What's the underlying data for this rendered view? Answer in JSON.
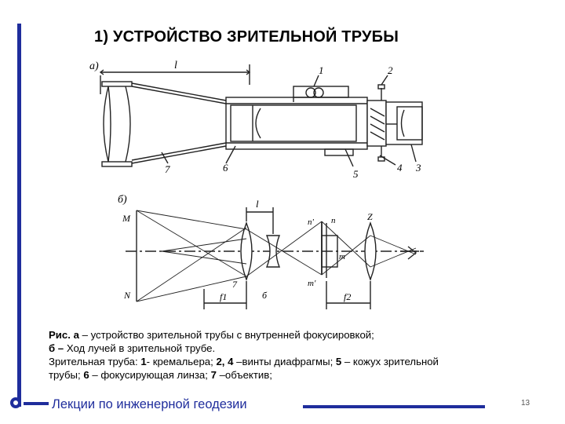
{
  "slide": {
    "title": "1) УСТРОЙСТВО ЗРИТЕЛЬНОЙ ТРУБЫ",
    "page_number": "13",
    "footer": "Лекции по инженерной геодезии",
    "accent_color": "#1f2d9c"
  },
  "figure_a": {
    "label": "а)",
    "dimension_label": "l",
    "part_labels": [
      "1",
      "2",
      "3",
      "4",
      "5",
      "6",
      "7"
    ]
  },
  "figure_b": {
    "label": "б)",
    "point_M": "M",
    "point_N": "N",
    "dimension_label": "l",
    "n_prime": "n'",
    "n": "n",
    "m": "m",
    "m_prime": "m'",
    "z": "Z",
    "label_7": "7",
    "label_6": "б",
    "f1": "f1",
    "f2": "f2"
  },
  "caption": {
    "line1_bold": "Рис. а",
    "line1_rest": " – устройство зрительной трубы с внутренней фокусировкой;",
    "line2_bold": "б –",
    "line2_rest": " Ход лучей в зрительной трубе.",
    "line3_a": "Зрительная труба: ",
    "line3_b": "1",
    "line3_c": "- кремальера; ",
    "line3_d": "2, 4",
    "line3_e": " –винты диафрагмы; ",
    "line3_f": "5",
    "line3_g": " – кожух зрительной",
    "line4_a": "трубы; ",
    "line4_b": "6",
    "line4_c": " – фокусирующая линза; ",
    "line4_d": "7",
    "line4_e": " –объектив;"
  }
}
